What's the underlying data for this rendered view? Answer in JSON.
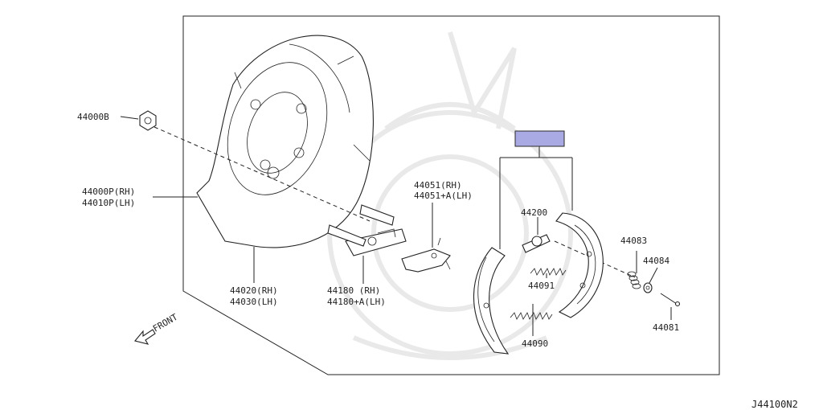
{
  "diagram_code": "J44100N2",
  "front_label": "FRONT",
  "parts": {
    "nut": {
      "label": "44000B"
    },
    "backing_plate": {
      "line1": "44000P(RH)",
      "line2": "44010P(LH)"
    },
    "plate_hardware": {
      "line1": "44020(RH)",
      "line2": "44030(LH)"
    },
    "bracket": {
      "line1": "44180 (RH)",
      "line2": "44180+A(LH)"
    },
    "lever": {
      "line1": "44051(RH)",
      "line2": "44051+A(LH)"
    },
    "adjuster": {
      "label": "44200"
    },
    "upper_spring": {
      "label": "44091"
    },
    "lower_spring": {
      "label": "44090"
    },
    "hold_spring": {
      "label": "44083"
    },
    "retainer": {
      "label": "44084"
    },
    "pin": {
      "label": "44081"
    }
  },
  "shoe_kit_tag_color": "#a9a9e3"
}
